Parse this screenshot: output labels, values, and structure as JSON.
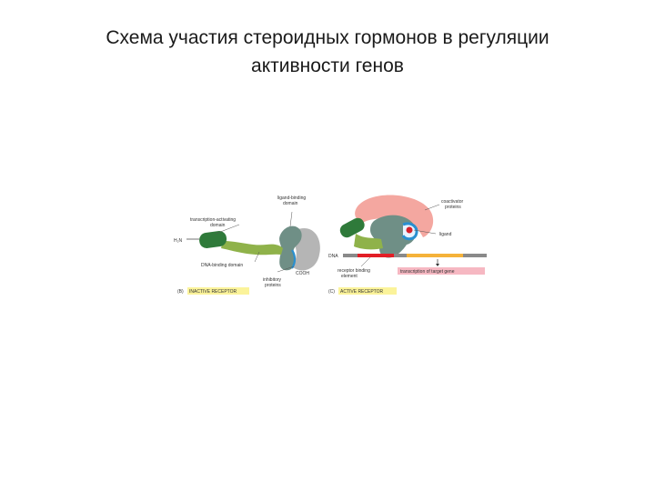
{
  "slide": {
    "title_line1": "Схема участия стероидных гормонов в регуляции",
    "title_line2": "активности генов"
  },
  "figure": {
    "labels": {
      "ligand_binding_domain_1": "ligand-binding",
      "ligand_binding_domain_2": "domain",
      "transcription_activating_1": "transcription-activating",
      "transcription_activating_2": "domain",
      "h2n": "H₂N",
      "dna_binding_domain": "DNA-binding domain",
      "cooh": "COOH",
      "inhibitory_proteins_1": "inhibitory",
      "inhibitory_proteins_2": "proteins",
      "coactivator_proteins_1": "coactivator",
      "coactivator_proteins_2": "proteins",
      "ligand": "ligand",
      "dna": "DNA",
      "receptor_binding_element_1": "receptor binding",
      "receptor_binding_element_2": "element",
      "transcription_of_target_gene": "transcription of target gene",
      "panel_b_letter": "(B)",
      "panel_b_caption": "INACTIVE RECEPTOR",
      "panel_c_letter": "(C)",
      "panel_c_caption": "ACTIVE RECEPTOR"
    },
    "colors": {
      "activating_domain": "#2f7a3a",
      "linker": "#8fb24a",
      "receptor_grey": "#6f8f86",
      "inhibitory_grey": "#b5b5b5",
      "coactivator": "#f4a7a0",
      "ligand_pocket": "#2a8fd0",
      "ligand_red": "#d8202a",
      "dna_grey": "#8a8a8a",
      "dna_red": "#e21e26",
      "dna_orange": "#f5b23a",
      "caption_highlight": "#fbf39a",
      "gene_label_bg": "#f6b8c2"
    }
  }
}
